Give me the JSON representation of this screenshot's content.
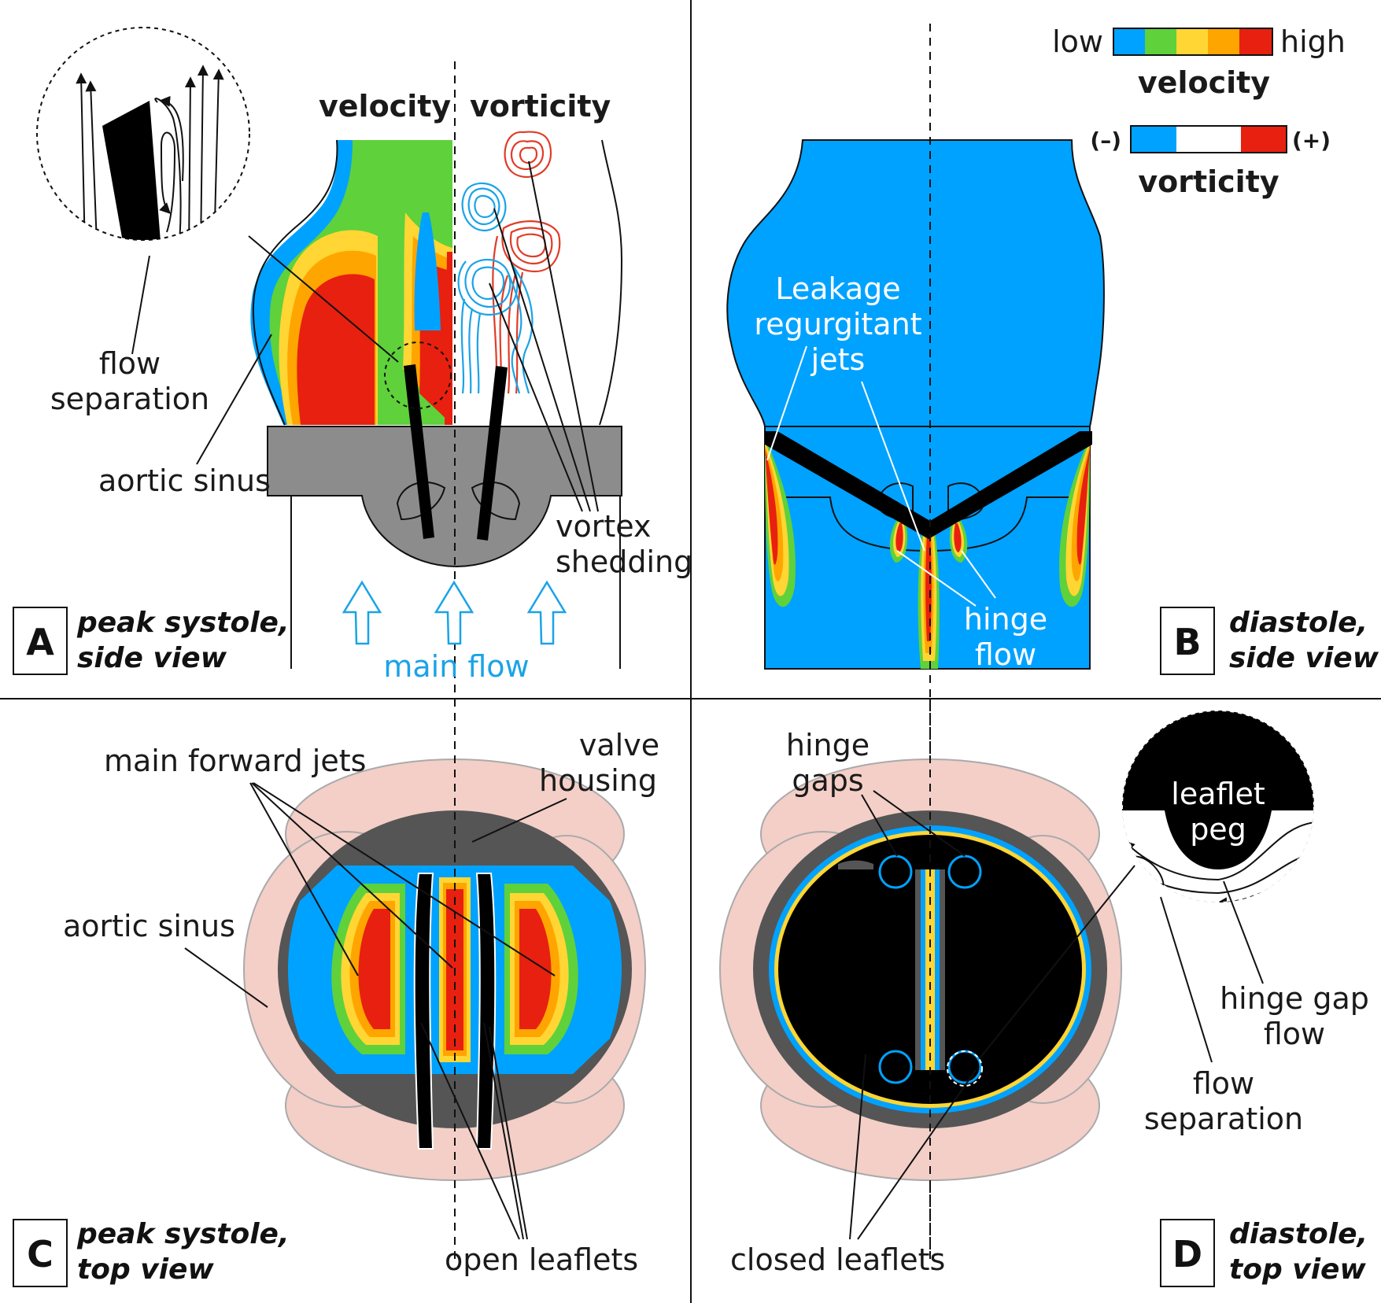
{
  "colors": {
    "blue": "#00a2ff",
    "green": "#5fd13b",
    "yellow": "#ffd633",
    "orange": "#ffa500",
    "red": "#e8200f",
    "vort_red": "#e03c28",
    "vort_blue": "#1aa3e8",
    "housing_gray": "#8c8c8c",
    "ring_dark": "#555555",
    "sinus_pink": "#f3cfc8"
  },
  "legend": {
    "velocity_low": "low",
    "velocity_high": "high",
    "velocity_title": "velocity",
    "vorticity_neg": "(–)",
    "vorticity_pos": "(+)",
    "vorticity_title": "vorticity"
  },
  "panel_a": {
    "letter": "A",
    "caption_line1": "peak systole,",
    "caption_line2": "side view",
    "header_velocity": "velocity",
    "header_vorticity": "vorticity",
    "flow_separation_line1": "flow",
    "flow_separation_line2": "separation",
    "aortic_sinus": "aortic sinus",
    "vortex_line1": "vortex",
    "vortex_line2": "shedding",
    "main_flow": "main flow"
  },
  "panel_b": {
    "letter": "B",
    "caption_line1": "diastole,",
    "caption_line2": "side view",
    "leakage_line1": "Leakage",
    "leakage_line2": "regurgitant",
    "leakage_line3": "jets",
    "hinge_line1": "hinge",
    "hinge_line2": "flow"
  },
  "panel_c": {
    "letter": "C",
    "caption_line1": "peak systole,",
    "caption_line2": "top view",
    "main_jets": "main forward jets",
    "housing_line1": "valve",
    "housing_line2": "housing",
    "aortic_sinus": "aortic sinus",
    "open_leaflets": "open leaflets"
  },
  "panel_d": {
    "letter": "D",
    "caption_line1": "diastole,",
    "caption_line2": "top view",
    "hinge_gaps_line1": "hinge",
    "hinge_gaps_line2": "gaps",
    "peg_line1": "leaflet",
    "peg_line2": "peg",
    "hinge_gap_flow_line1": "hinge gap",
    "hinge_gap_flow_line2": "flow",
    "flow_sep_line1": "flow",
    "flow_sep_line2": "separation",
    "closed_leaflets": "closed leaflets"
  }
}
